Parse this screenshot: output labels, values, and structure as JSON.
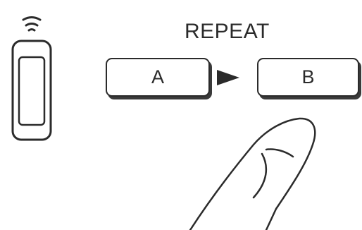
{
  "title": "REPEAT",
  "buttons": {
    "a_label": "A",
    "b_label": "B"
  },
  "icons": {
    "remote": "remote-control-icon",
    "signal": "wireless-signal-icon",
    "arrow": "right-arrow-icon",
    "finger": "finger-press-icon"
  }
}
